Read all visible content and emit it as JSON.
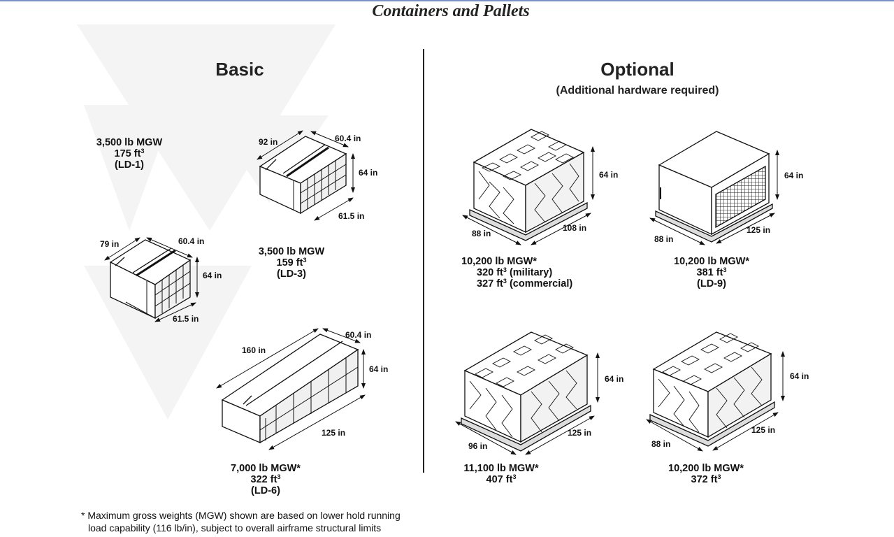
{
  "title": "Containers and Pallets",
  "basic": {
    "heading": "Basic",
    "items": [
      {
        "id": "ld1",
        "weight": "3,500 lb MGW",
        "volume_value": "175 ft",
        "volume_exp": "3",
        "designation": "(LD-1)",
        "dims": {
          "length": "79 in",
          "width": "60.4 in",
          "height": "64 in",
          "base": "61.5 in"
        }
      },
      {
        "id": "ld3",
        "weight": "3,500 lb MGW",
        "volume_value": "159 ft",
        "volume_exp": "3",
        "designation": "(LD-3)",
        "dims": {
          "length": "92 in",
          "width": "60.4 in",
          "height": "64 in",
          "base": "61.5 in"
        }
      },
      {
        "id": "ld6",
        "weight": "7,000 lb MGW*",
        "volume_value": "322 ft",
        "volume_exp": "3",
        "designation": "(LD-6)",
        "dims": {
          "length": "160 in",
          "width": "60.4 in",
          "height": "64 in",
          "base": "125 in"
        }
      }
    ]
  },
  "optional": {
    "heading": "Optional",
    "subheading": "(Additional hardware required)",
    "items": [
      {
        "id": "pallet-88x108",
        "weight": "10,200 lb MGW*",
        "volume_lines": [
          {
            "value": "320 ft",
            "exp": "3",
            "note": "(military)"
          },
          {
            "value": "327 ft",
            "exp": "3",
            "note": "(commercial)"
          }
        ],
        "dims": {
          "width": "88 in",
          "length": "108 in",
          "height": "64 in"
        }
      },
      {
        "id": "ld9",
        "weight": "10,200 lb MGW*",
        "volume_value": "381 ft",
        "volume_exp": "3",
        "designation": "(LD-9)",
        "dims": {
          "width": "88 in",
          "length": "125 in",
          "height": "64 in"
        }
      },
      {
        "id": "pallet-96x125",
        "weight": "11,100 lb MGW*",
        "volume_value": "407 ft",
        "volume_exp": "3",
        "dims": {
          "width": "96 in",
          "length": "125 in",
          "height": "64 in"
        }
      },
      {
        "id": "pallet-88x125",
        "weight": "10,200 lb MGW*",
        "volume_value": "372 ft",
        "volume_exp": "3",
        "dims": {
          "width": "88 in",
          "length": "125 in",
          "height": "64 in"
        }
      }
    ]
  },
  "footnote": {
    "line1": "* Maximum gross weights (MGW) shown are based on lower hold running",
    "line2": "load capability (116 lb/in), subject to overall airframe structural limits"
  }
}
